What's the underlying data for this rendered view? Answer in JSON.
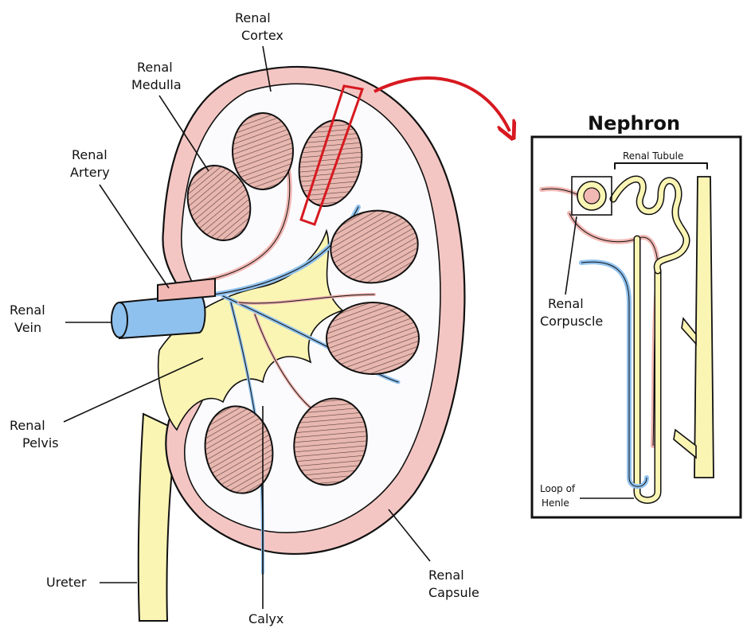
{
  "colors": {
    "capsule_pink": "#f4c6c3",
    "pelvis_yellow": "#fbf5b4",
    "vein_blue": "#8fc1ee",
    "artery_pink": "#f2b8b4",
    "pyramid_fill": "#e8b8b0",
    "pyramid_stripe": "#5a3b3b",
    "arrow_red": "#d71920",
    "ink": "#111111"
  },
  "kidney_labels": {
    "renal_cortex_1": "Renal",
    "renal_cortex_2": "Cortex",
    "renal_medulla_1": "Renal",
    "renal_medulla_2": "Medulla",
    "renal_artery_1": "Renal",
    "renal_artery_2": "Artery",
    "renal_vein_1": "Renal",
    "renal_vein_2": "Vein",
    "renal_pelvis_1": "Renal",
    "renal_pelvis_2": "Pelvis",
    "ureter": "Ureter",
    "calyx": "Calyx",
    "renal_capsule_1": "Renal",
    "renal_capsule_2": "Capsule"
  },
  "nephron": {
    "title": "Nephron",
    "renal_tubule": "Renal Tubule",
    "renal_corpuscle_1": "Renal",
    "renal_corpuscle_2": "Corpuscle",
    "loop_of_henle_1": "Loop of",
    "loop_of_henle_2": "Henle"
  }
}
